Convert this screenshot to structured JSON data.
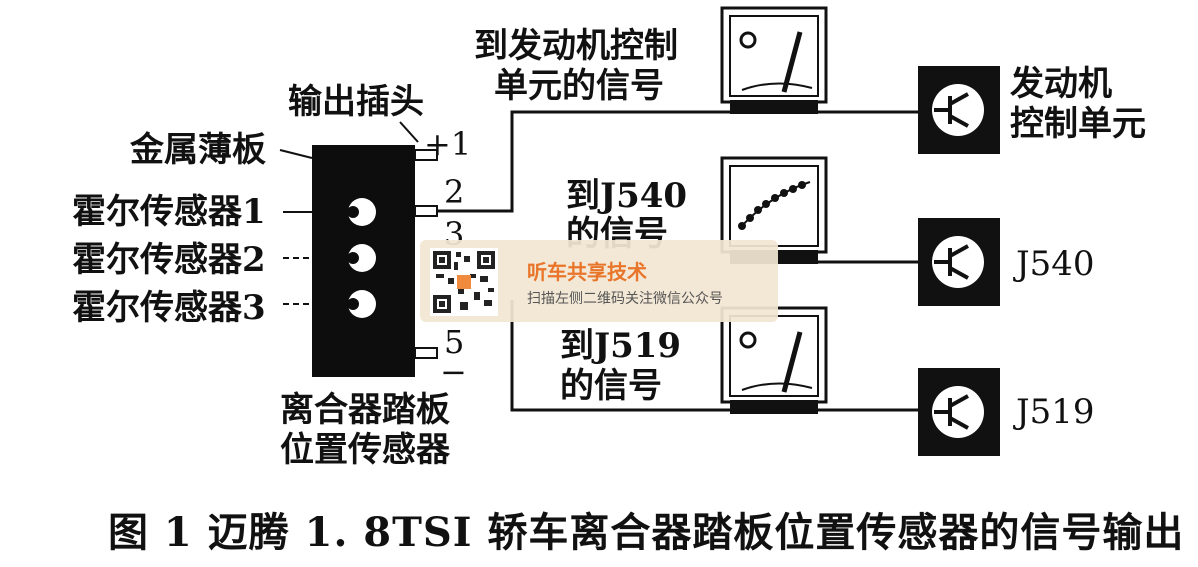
{
  "labels": {
    "output_plug": "输出插头",
    "metal_plate": "金属薄板",
    "hall1": "霍尔传感器1",
    "hall2": "霍尔传感器2",
    "hall3": "霍尔传感器3",
    "sensor_line1": "离合器踏板",
    "sensor_line2": "位置传感器",
    "pin1": "+1",
    "pin2": "2",
    "pin3": "3",
    "pin5": "5",
    "pin_minus": "−",
    "sig_ecu_line1": "到发动机控制",
    "sig_ecu_line2": "单元的信号",
    "sig_j540_line1": "到J540",
    "sig_j540_line2": "的信号",
    "sig_j519_line1": "到J519",
    "sig_j519_line2": "的信号",
    "ecu_line1": "发动机",
    "ecu_line2": "控制单元",
    "j540": "J540",
    "j519": "J519"
  },
  "caption": "图 1  迈腾 1. 8TSI 轿车离合器踏板位置传感器的信号输出",
  "watermark": {
    "title": "听车共享技术",
    "subtitle": "扫描左侧二维码关注微信公众号"
  },
  "icons": [
    "qr-code-icon",
    "transistor-icon",
    "meter-icon"
  ]
}
